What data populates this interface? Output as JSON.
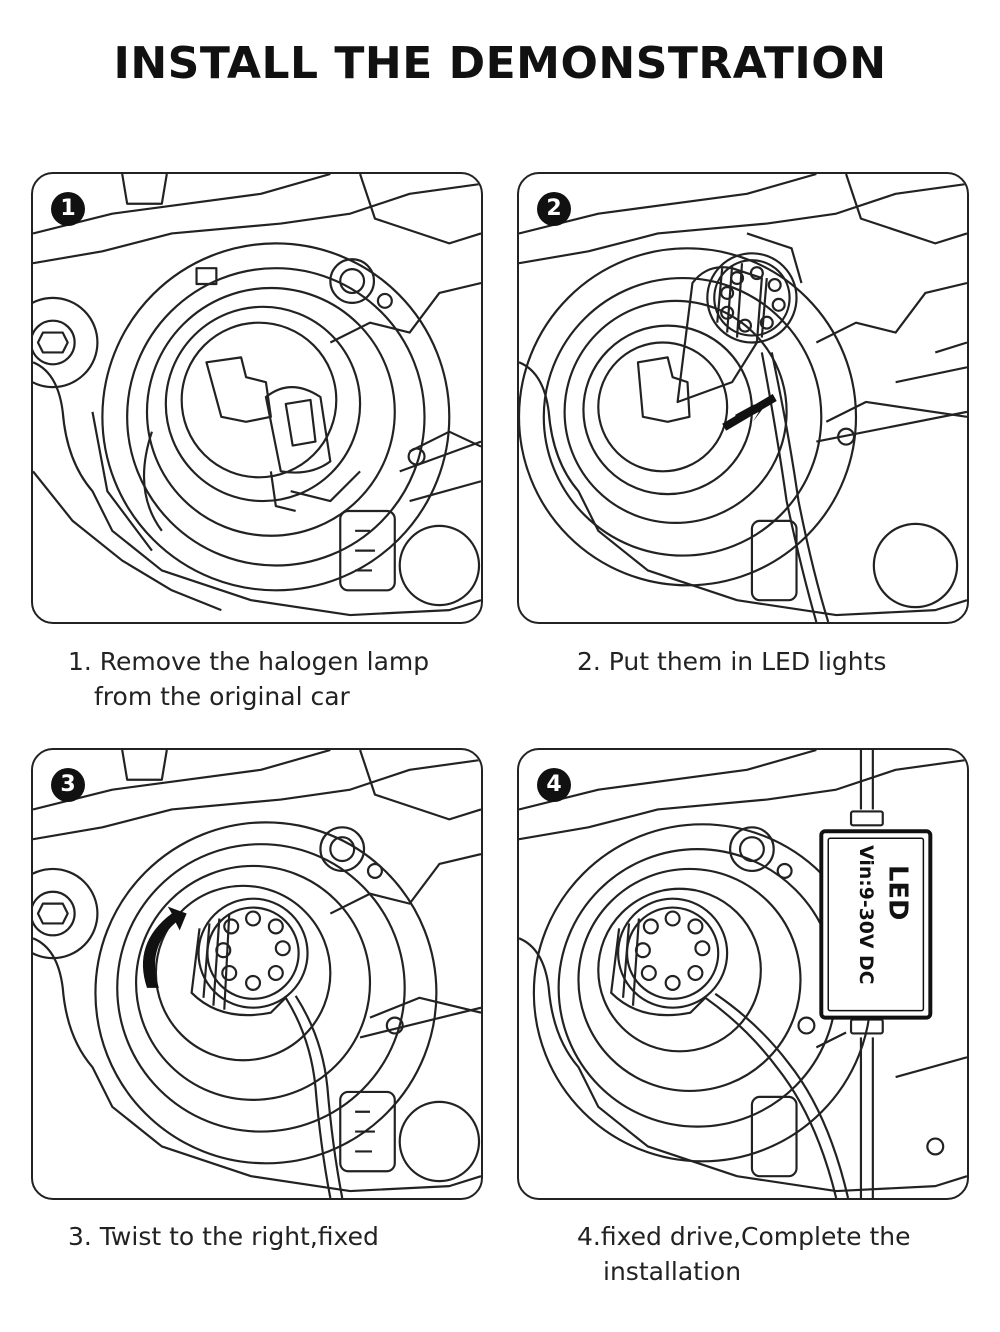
{
  "title": "INSTALL THE DEMONSTRATION",
  "steps": [
    {
      "number": "1",
      "line1": "1. Remove the halogen lamp",
      "line2": "from the original car"
    },
    {
      "number": "2",
      "line1": "2. Put them in LED lights",
      "line2": ""
    },
    {
      "number": "3",
      "line1": "3. Twist to the right,fixed",
      "line2": ""
    },
    {
      "number": "4",
      "line1": "4.fixed drive,Complete the",
      "line2": "installation"
    }
  ],
  "driver_box": {
    "label": "LED",
    "spec": "Vin:9-30V DC"
  },
  "colors": {
    "line": "#222222",
    "background": "#ffffff",
    "badge": "#111111"
  }
}
